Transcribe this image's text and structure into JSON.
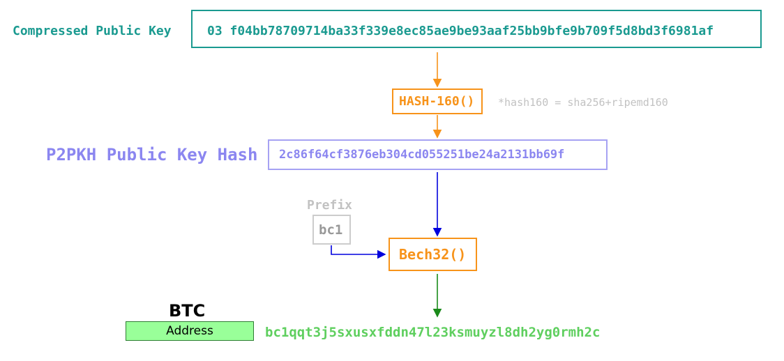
{
  "public_key": {
    "label": "Compressed Public Key",
    "value": "03 f04bb78709714ba33f339e8ec85ae9be93aaf25bb9bfe9b709f5d8bd3f6981af"
  },
  "hash160": {
    "label": "HASH-160()",
    "note": "*hash160 = sha256+ripemd160"
  },
  "public_key_hash": {
    "label": "P2PKH Public Key Hash",
    "value": "2c86f64cf3876eb304cd055251be24a2131bb69f"
  },
  "prefix": {
    "label": "Prefix",
    "value": "bc1"
  },
  "bech32": {
    "label": "Bech32()"
  },
  "address": {
    "coin": "BTC",
    "badge": "Address",
    "value": "bc1qqt3j5sxusxfddn47l23ksmuyzl8dh2yg0rmh2c"
  },
  "colors": {
    "public_key": "#1a9a90",
    "function": "#f7931a",
    "hash": "#8b86f0",
    "prefix": "#999999",
    "address": "#5fcf5f",
    "badge_bg": "#99ff99",
    "arrow_orange": "#f7931a",
    "arrow_blue": "#0000dd",
    "arrow_green": "#1a8a1a"
  }
}
